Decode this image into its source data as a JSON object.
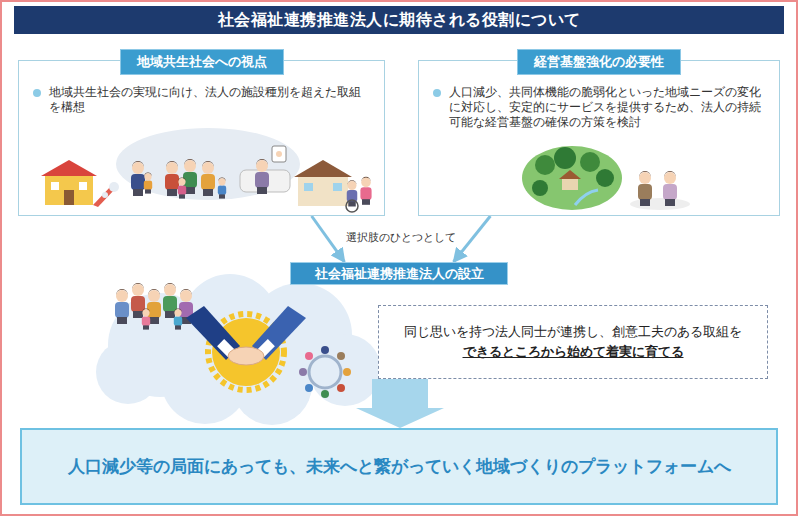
{
  "diagram": {
    "title": "社会福祉連携推進法人に期待される役割について",
    "nodes": [
      {
        "text": [
          "社会福祉連携推進法人に期待される役割について"
        ]
      },
      {
        "text": [
          "地域共生社会への視点",
          "地域共生社会の実現に向け、法人の施設種別を超えた取組を構想"
        ]
      },
      {
        "text": [
          "経営基盤強化の必要性",
          "人口減少、共同体機能の脆弱化といった地域ニーズの変化に対応し、安定的にサービスを提供するため、法人の持続可能な経営基盤の確保の方策を検討"
        ]
      },
      {
        "text": [
          "社会福祉連携推進法人の設立"
        ]
      },
      {
        "text": [
          "同じ思いを持つ法人同士が連携し、創意工夫のある取組を",
          "できるところから始めて着実に育てる"
        ]
      },
      {
        "text": [
          "人口減少等の局面にあっても、未来へと繋がっていく地域づくりのプラットフォームへ"
        ]
      }
    ],
    "edges": [
      {
        "from": 1,
        "to": 3,
        "arrow": "to"
      },
      {
        "from": 2,
        "to": 3,
        "arrow": "to"
      },
      {
        "from": 4,
        "to": 5,
        "arrow": "to"
      }
    ],
    "labels": [
      "選択肢のひとつとして"
    ]
  }
}
